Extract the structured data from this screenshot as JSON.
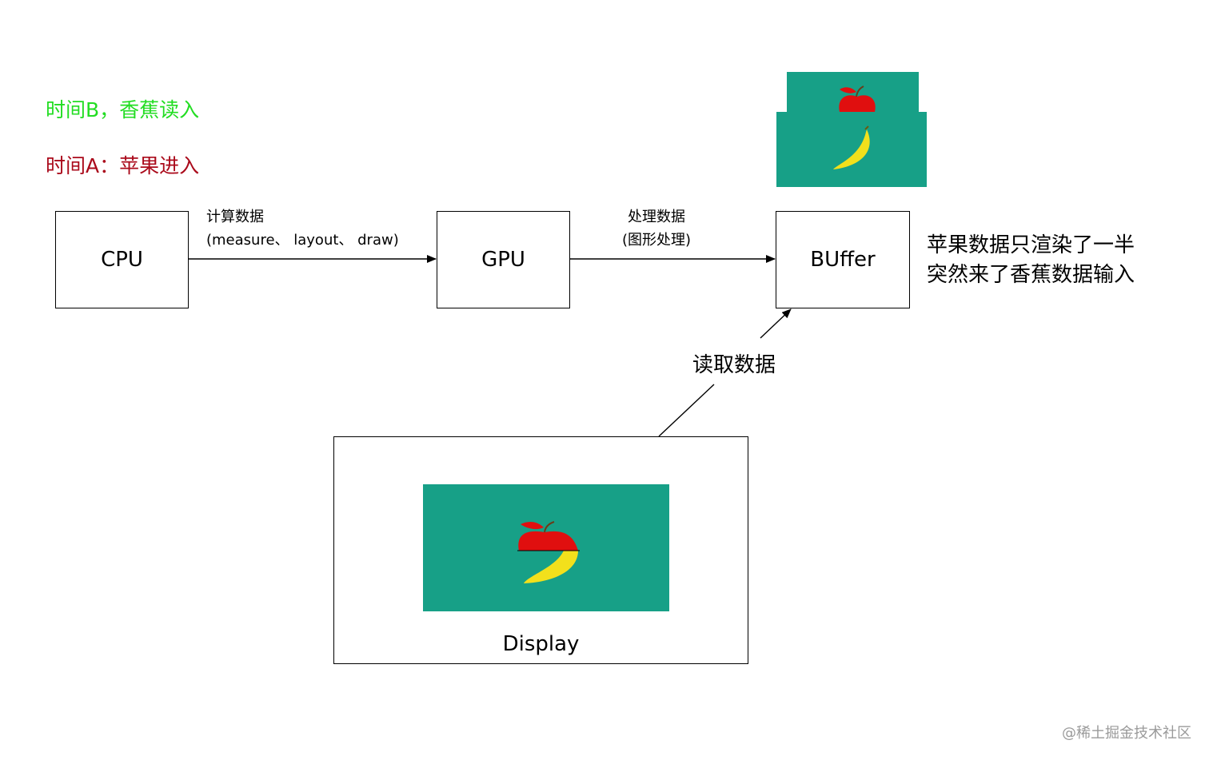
{
  "time_b_label": "时间B，香蕉读入",
  "time_a_label": "时间A：苹果进入",
  "nodes": {
    "cpu": "CPU",
    "gpu": "GPU",
    "buffer": "BUffer",
    "display": "Display"
  },
  "edges": {
    "cpu_gpu_line1": "计算数据",
    "cpu_gpu_line2": "(measure、 layout、 draw)",
    "gpu_buffer_line1": "处理数据",
    "gpu_buffer_line2": "(图形处理)",
    "display_buffer": "读取数据"
  },
  "buffer_note": {
    "line1": "苹果数据只渲染了一半",
    "line2": "突然来了香蕉数据输入"
  },
  "watermark": "@稀土掘金技术社区",
  "colors": {
    "time_b": "#22dd22",
    "time_a": "#aa0a1b",
    "frame_bg": "#17a087",
    "apple": "#e00f0f",
    "banana": "#f2e01c"
  }
}
